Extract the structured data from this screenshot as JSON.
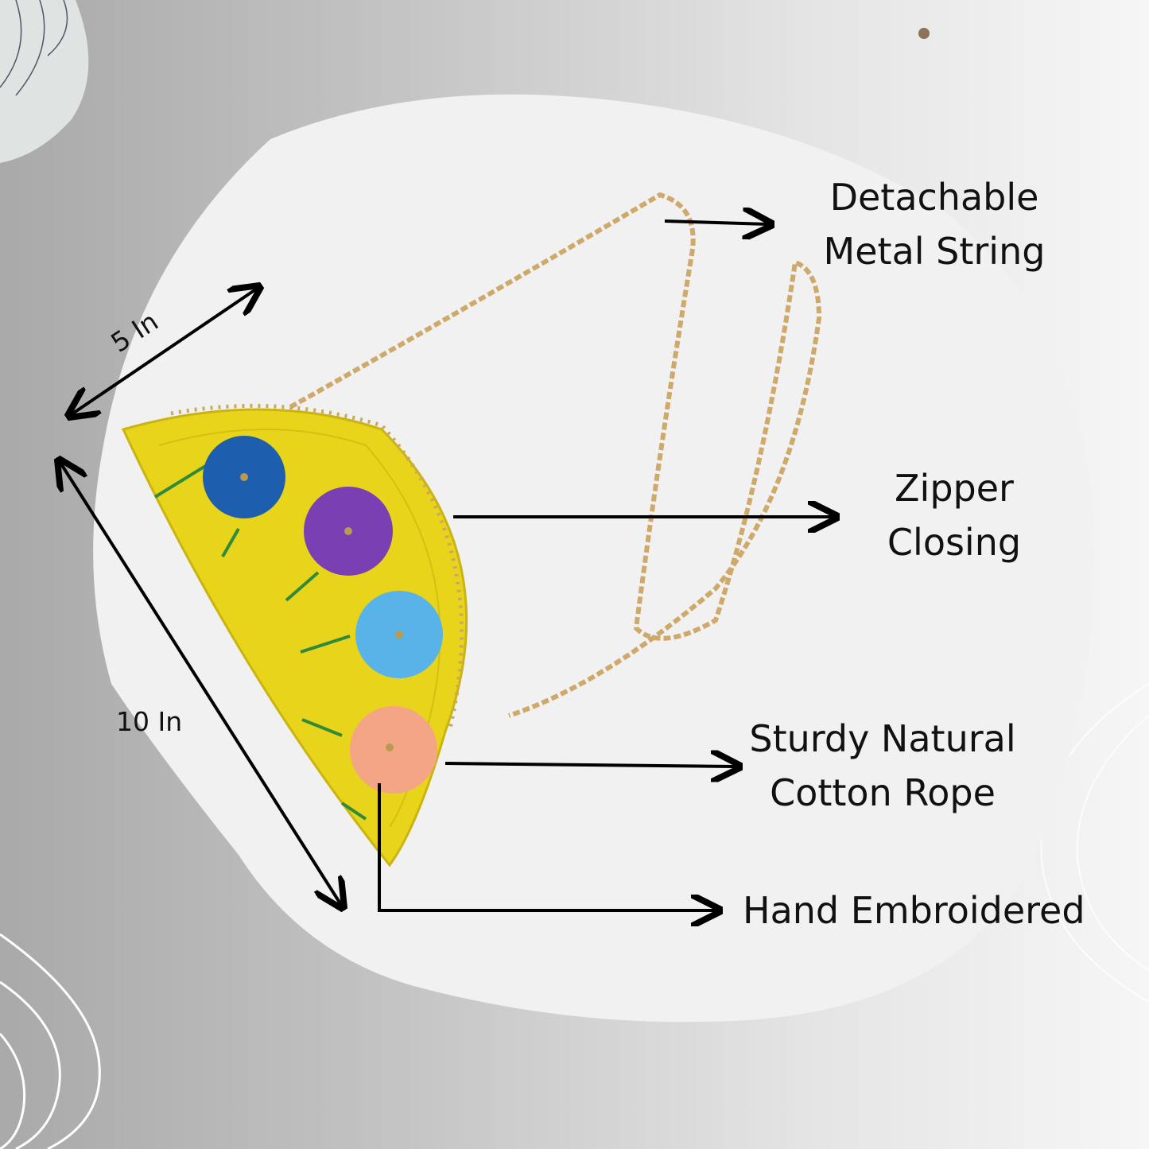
{
  "annotations": {
    "chain": [
      "Detachable",
      "Metal String"
    ],
    "zipper": [
      "Zipper",
      "Closing"
    ],
    "rope": [
      "Sturdy Natural",
      "Cotton Rope"
    ],
    "embroidery": "Hand Embroidered"
  },
  "dimensions": {
    "width": "5 In",
    "length": "10 In"
  },
  "colors": {
    "bag": "#e8d41a",
    "flower_blue": "#1d5fae",
    "flower_purple": "#7b3fb4",
    "flower_light_blue": "#58b4e8",
    "flower_peach": "#f4a585",
    "chain": "#cfa96a"
  }
}
